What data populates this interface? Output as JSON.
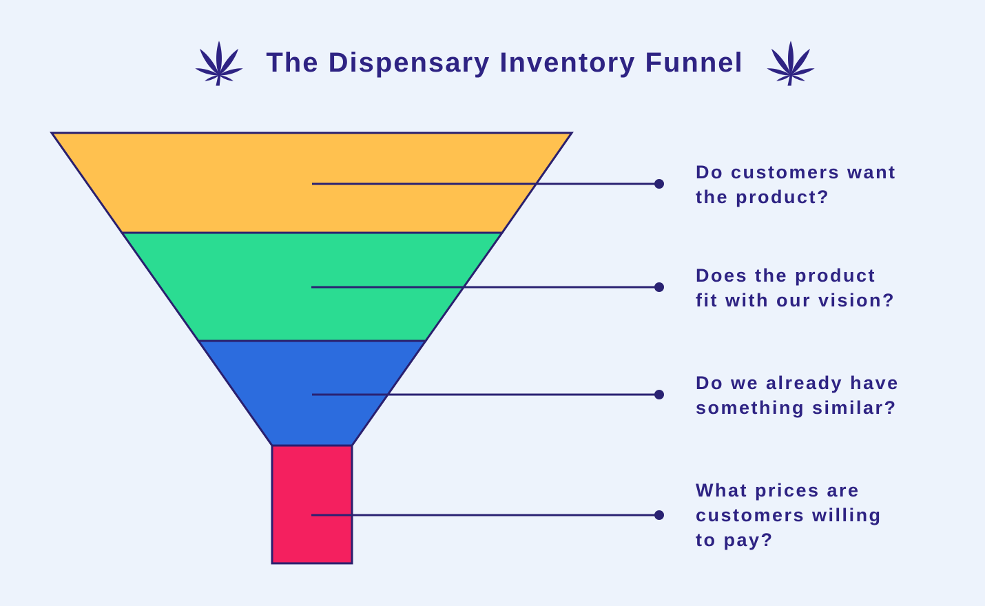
{
  "header": {
    "title": "The Dispensary Inventory Funnel",
    "left_icon": "cannabis-leaf",
    "right_icon": "cannabis-leaf"
  },
  "colors": {
    "background": "#EDF3FC",
    "ink": "#2E2383",
    "outline": "#2A1F6E",
    "connector": "#2A2272",
    "stage_1": "#FFC14F",
    "stage_2": "#2BDC92",
    "stage_3": "#2C6CDE",
    "stage_4": "#F4205F"
  },
  "funnel": {
    "stages": [
      {
        "name": "stage-1-demand",
        "color": "#FFC14F",
        "question": "Do customers want the product?",
        "lines": [
          "Do customers want",
          "the product?"
        ]
      },
      {
        "name": "stage-2-vision",
        "color": "#2BDC92",
        "question": "Does the product fit with our vision?",
        "lines": [
          "Does the product",
          "fit with our vision?"
        ]
      },
      {
        "name": "stage-3-overlap",
        "color": "#2C6CDE",
        "question": "Do we already have something similar?",
        "lines": [
          "Do we already have",
          "something similar?"
        ]
      },
      {
        "name": "stage-4-price",
        "color": "#F4205F",
        "question": "What prices are customers willing to pay?",
        "lines": [
          "What prices are",
          "customers willing",
          "to pay?"
        ]
      }
    ]
  }
}
